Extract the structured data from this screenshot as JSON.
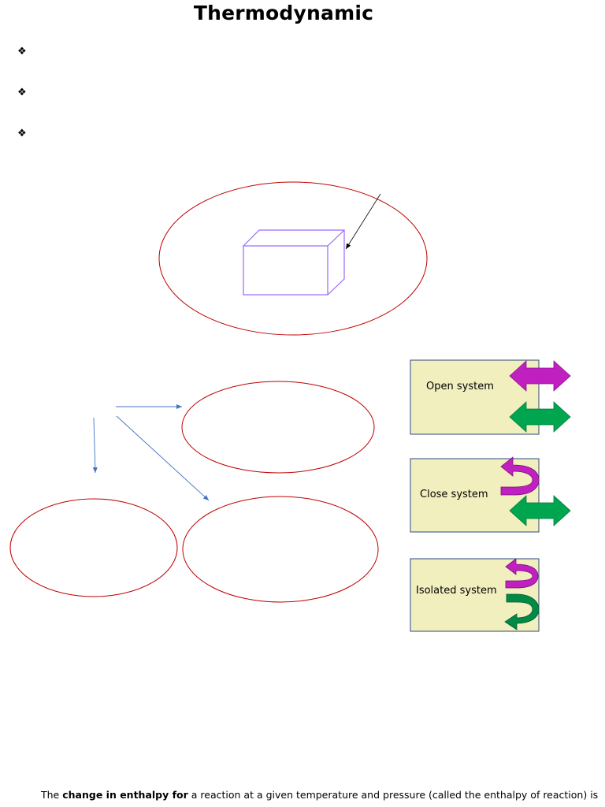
{
  "document": {
    "title": "Thermodynamic",
    "bullet_symbol": "❖",
    "system_types": [
      {
        "label": "Open system"
      },
      {
        "label": "Close system"
      },
      {
        "label": "Isolated system"
      }
    ],
    "footer": {
      "lead": "The ",
      "bold": "change in enthalpy for",
      "rest": " a reaction at a given temperature and pressure (called the enthalpy of reaction) is"
    },
    "colors": {
      "ellipse_stroke": "#c00000",
      "box_stroke": "#9966ff",
      "arrow_blue": "#4472c4",
      "panel_fill": "#f2efbf",
      "panel_stroke": "#2e4a7d",
      "magenta_arrow": "#c020c0",
      "green_arrow": "#00a550",
      "dark_green_arrow": "#008a45"
    },
    "icons": [
      "diamond-bullet-icon",
      "double-arrow-icon",
      "u-turn-arrow-icon"
    ]
  }
}
